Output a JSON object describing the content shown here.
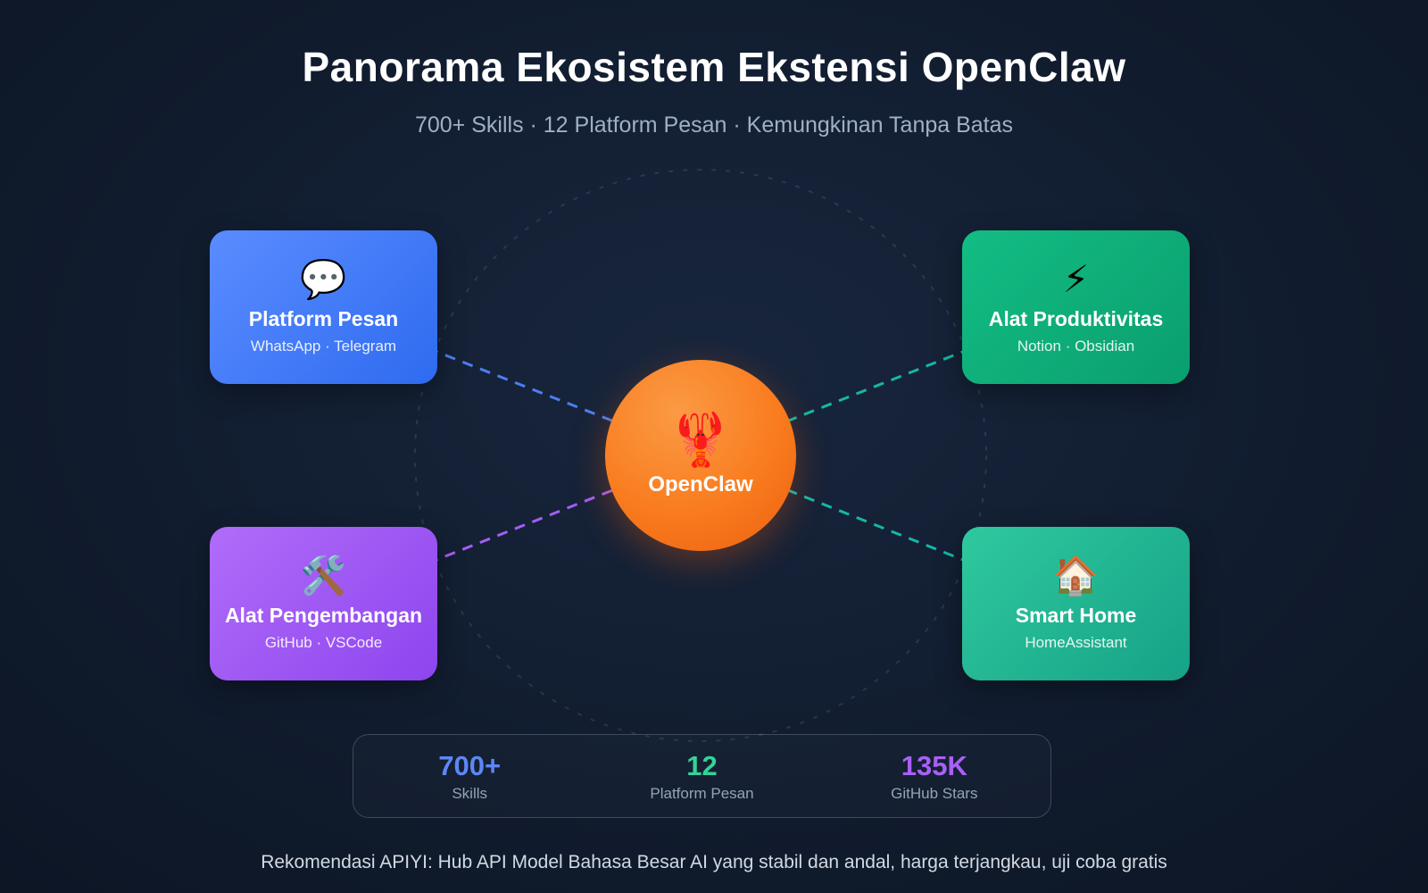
{
  "header": {
    "title": "Panorama Ekosistem Ekstensi OpenClaw",
    "subtitle": "700+ Skills · 12 Platform Pesan · Kemungkinan Tanpa Batas"
  },
  "center": {
    "icon": "🦞",
    "label": "OpenClaw",
    "style": "background: radial-gradient(circle at 38% 28%, #fb9a45 0%, #f97c1e 55%, #ec5f10 100%)"
  },
  "cards": [
    {
      "title": "Platform Pesan",
      "subtitle": "WhatsApp · Telegram",
      "icon": "💬",
      "style": "background: linear-gradient(135deg, #5b8cff 0%, #2e6bf0 100%)"
    },
    {
      "title": "Alat Produktivitas",
      "subtitle": "Notion · Obsidian",
      "icon": "⚡",
      "style": "background: linear-gradient(135deg, #13bd84 0%, #0a9e6e 100%)"
    },
    {
      "title": "Alat Pengembangan",
      "subtitle": "GitHub · VSCode",
      "icon": "🛠️",
      "style": "background: linear-gradient(135deg, #b16cf9 0%, #8d45ee 100%)"
    },
    {
      "title": "Smart Home",
      "subtitle": "HomeAssistant",
      "icon": "🏠",
      "style": "background: linear-gradient(135deg, #2fc99e 0%, #16a287 100%)"
    }
  ],
  "connectors": [
    {
      "color": "#4d7df2"
    },
    {
      "color": "#14b8a6"
    },
    {
      "color": "#a55df5"
    },
    {
      "color": "#14b8a6"
    }
  ],
  "ring_color": "rgba(148,163,184,0.18)",
  "stats": [
    {
      "value": "700+",
      "label": "Skills",
      "style": "color:#5d87f6"
    },
    {
      "value": "12",
      "label": "Platform Pesan",
      "style": "color:#34d399"
    },
    {
      "value": "135K",
      "label": "GitHub Stars",
      "style": "color:#a860f7"
    }
  ],
  "footer": {
    "text": "Rekomendasi APIYI: Hub API Model Bahasa Besar AI yang stabil dan andal, harga terjangkau, uji coba gratis"
  }
}
